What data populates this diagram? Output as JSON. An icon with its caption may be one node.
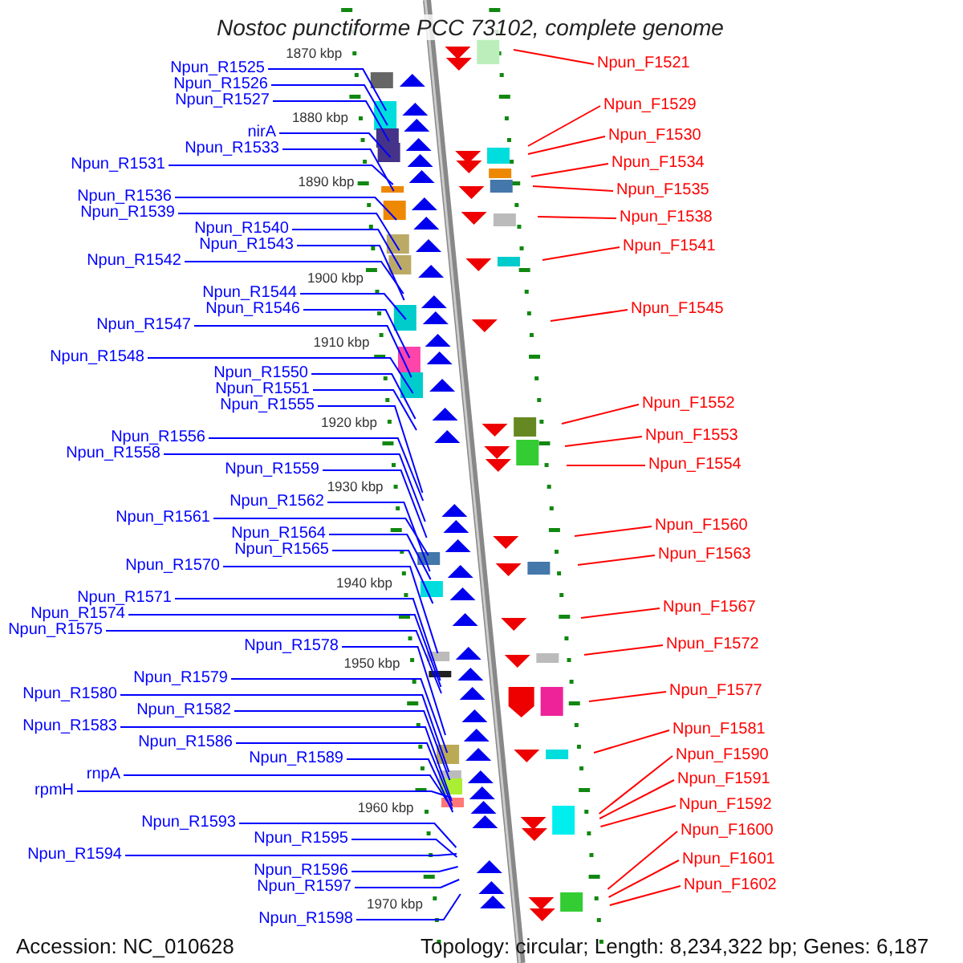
{
  "diagram": {
    "title": "Nostoc punctiforme PCC 73102, complete genome",
    "nodes": [
      {
        "text": [
          "Npun_R1525"
        ]
      },
      {
        "text": [
          "Npun_R1526"
        ]
      },
      {
        "text": [
          "Npun_R1527"
        ]
      },
      {
        "text": [
          "nirA"
        ]
      },
      {
        "text": [
          "Npun_R1531"
        ]
      },
      {
        "text": [
          "Npun_R1533"
        ]
      },
      {
        "text": [
          "Npun_R1536"
        ]
      },
      {
        "text": [
          "Npun_R1539"
        ]
      },
      {
        "text": [
          "Npun_R1540"
        ]
      },
      {
        "text": [
          "Npun_R1542"
        ]
      },
      {
        "text": [
          "Npun_R1543"
        ]
      },
      {
        "text": [
          "Npun_R1544"
        ]
      },
      {
        "text": [
          "Npun_R1546"
        ]
      },
      {
        "text": [
          "Npun_R1547"
        ]
      },
      {
        "text": [
          "Npun_R1548"
        ]
      },
      {
        "text": [
          "Npun_R1550"
        ]
      },
      {
        "text": [
          "Npun_R1551"
        ]
      },
      {
        "text": [
          "Npun_R1555"
        ]
      },
      {
        "text": [
          "Npun_R1556"
        ]
      },
      {
        "text": [
          "Npun_R1558"
        ]
      },
      {
        "text": [
          "Npun_R1559"
        ]
      },
      {
        "text": [
          "Npun_R1561"
        ]
      },
      {
        "text": [
          "Npun_R1562"
        ]
      },
      {
        "text": [
          "Npun_R1564"
        ]
      },
      {
        "text": [
          "Npun_R1565"
        ]
      },
      {
        "text": [
          "Npun_R1570"
        ]
      },
      {
        "text": [
          "Npun_R1571"
        ]
      },
      {
        "text": [
          "Npun_R1574"
        ]
      },
      {
        "text": [
          "Npun_R1575"
        ]
      },
      {
        "text": [
          "Npun_R1578"
        ]
      },
      {
        "text": [
          "Npun_R1579"
        ]
      },
      {
        "text": [
          "Npun_R1580"
        ]
      },
      {
        "text": [
          "Npun_R1582"
        ]
      },
      {
        "text": [
          "Npun_R1583"
        ]
      },
      {
        "text": [
          "Npun_R1586"
        ]
      },
      {
        "text": [
          "Npun_R1589"
        ]
      },
      {
        "text": [
          "rpmH"
        ]
      },
      {
        "text": [
          "rnpA"
        ]
      },
      {
        "text": [
          "Npun_R1593"
        ]
      },
      {
        "text": [
          "Npun_R1594"
        ]
      },
      {
        "text": [
          "Npun_R1595"
        ]
      },
      {
        "text": [
          "Npun_R1596"
        ]
      },
      {
        "text": [
          "Npun_R1597"
        ]
      },
      {
        "text": [
          "Npun_R1598"
        ]
      },
      {
        "text": [
          "Npun_F1521"
        ]
      },
      {
        "text": [
          "Npun_F1529"
        ]
      },
      {
        "text": [
          "Npun_F1530"
        ]
      },
      {
        "text": [
          "Npun_F1534"
        ]
      },
      {
        "text": [
          "Npun_F1535"
        ]
      },
      {
        "text": [
          "Npun_F1538"
        ]
      },
      {
        "text": [
          "Npun_F1541"
        ]
      },
      {
        "text": [
          "Npun_F1545"
        ]
      },
      {
        "text": [
          "Npun_F1552"
        ]
      },
      {
        "text": [
          "Npun_F1553"
        ]
      },
      {
        "text": [
          "Npun_F1554"
        ]
      },
      {
        "text": [
          "Npun_F1560"
        ]
      },
      {
        "text": [
          "Npun_F1563"
        ]
      },
      {
        "text": [
          "Npun_F1567"
        ]
      },
      {
        "text": [
          "Npun_F1572"
        ]
      },
      {
        "text": [
          "Npun_F1577"
        ]
      },
      {
        "text": [
          "Npun_F1581"
        ]
      },
      {
        "text": [
          "Npun_F1590"
        ]
      },
      {
        "text": [
          "Npun_F1591"
        ]
      },
      {
        "text": [
          "Npun_F1592"
        ]
      },
      {
        "text": [
          "Npun_F1600"
        ]
      },
      {
        "text": [
          "Npun_F1601"
        ]
      },
      {
        "text": [
          "Npun_F1602"
        ]
      }
    ],
    "edges": [
      {
        "from": 0,
        "to": null,
        "arrow": "none"
      },
      {
        "from": 1,
        "to": null,
        "arrow": "none"
      },
      {
        "from": 2,
        "to": null,
        "arrow": "none"
      },
      {
        "from": 3,
        "to": null,
        "arrow": "none"
      },
      {
        "from": 4,
        "to": null,
        "arrow": "none"
      },
      {
        "from": 5,
        "to": null,
        "arrow": "none"
      },
      {
        "from": 6,
        "to": null,
        "arrow": "none"
      },
      {
        "from": 7,
        "to": null,
        "arrow": "none"
      },
      {
        "from": 8,
        "to": null,
        "arrow": "none"
      },
      {
        "from": 9,
        "to": null,
        "arrow": "none"
      },
      {
        "from": 10,
        "to": null,
        "arrow": "none"
      },
      {
        "from": 11,
        "to": null,
        "arrow": "none"
      },
      {
        "from": 12,
        "to": null,
        "arrow": "none"
      },
      {
        "from": 13,
        "to": null,
        "arrow": "none"
      },
      {
        "from": 14,
        "to": null,
        "arrow": "none"
      },
      {
        "from": 15,
        "to": null,
        "arrow": "none"
      },
      {
        "from": 16,
        "to": null,
        "arrow": "none"
      },
      {
        "from": 17,
        "to": null,
        "arrow": "none"
      },
      {
        "from": 18,
        "to": null,
        "arrow": "none"
      },
      {
        "from": 19,
        "to": null,
        "arrow": "none"
      },
      {
        "from": 20,
        "to": null,
        "arrow": "none"
      },
      {
        "from": 21,
        "to": null,
        "arrow": "none"
      },
      {
        "from": 22,
        "to": null,
        "arrow": "none"
      },
      {
        "from": 23,
        "to": null,
        "arrow": "none"
      },
      {
        "from": 24,
        "to": null,
        "arrow": "none"
      },
      {
        "from": 25,
        "to": null,
        "arrow": "none"
      },
      {
        "from": 26,
        "to": null,
        "arrow": "none"
      },
      {
        "from": 27,
        "to": null,
        "arrow": "none"
      },
      {
        "from": 28,
        "to": null,
        "arrow": "none"
      },
      {
        "from": 29,
        "to": null,
        "arrow": "none"
      },
      {
        "from": 30,
        "to": null,
        "arrow": "none"
      },
      {
        "from": 31,
        "to": null,
        "arrow": "none"
      },
      {
        "from": 32,
        "to": null,
        "arrow": "none"
      },
      {
        "from": 33,
        "to": null,
        "arrow": "none"
      },
      {
        "from": 34,
        "to": null,
        "arrow": "none"
      },
      {
        "from": 35,
        "to": null,
        "arrow": "none"
      },
      {
        "from": 36,
        "to": null,
        "arrow": "none"
      },
      {
        "from": 37,
        "to": null,
        "arrow": "none"
      },
      {
        "from": 38,
        "to": null,
        "arrow": "none"
      },
      {
        "from": 39,
        "to": null,
        "arrow": "none"
      },
      {
        "from": 40,
        "to": null,
        "arrow": "none"
      },
      {
        "from": 41,
        "to": null,
        "arrow": "none"
      },
      {
        "from": 42,
        "to": null,
        "arrow": "none"
      },
      {
        "from": 43,
        "to": null,
        "arrow": "none"
      },
      {
        "from": 44,
        "to": null,
        "arrow": "none",
        "color": "#ff0000"
      },
      {
        "from": 45,
        "to": null,
        "arrow": "none",
        "color": "#ff0000"
      },
      {
        "from": 46,
        "to": null,
        "arrow": "none",
        "color": "#ff0000"
      },
      {
        "from": 47,
        "to": null,
        "arrow": "none",
        "color": "#ff0000"
      },
      {
        "from": 48,
        "to": null,
        "arrow": "none",
        "color": "#ff0000"
      },
      {
        "from": 49,
        "to": null,
        "arrow": "none",
        "color": "#ff0000"
      },
      {
        "from": 50,
        "to": null,
        "arrow": "none",
        "color": "#ff0000"
      },
      {
        "from": 51,
        "to": null,
        "arrow": "none",
        "color": "#ff0000"
      },
      {
        "from": 52,
        "to": null,
        "arrow": "none",
        "color": "#ff0000"
      },
      {
        "from": 53,
        "to": null,
        "arrow": "none",
        "color": "#ff0000"
      },
      {
        "from": 54,
        "to": null,
        "arrow": "none",
        "color": "#ff0000"
      },
      {
        "from": 55,
        "to": null,
        "arrow": "none",
        "color": "#ff0000"
      },
      {
        "from": 56,
        "to": null,
        "arrow": "none",
        "color": "#ff0000"
      },
      {
        "from": 57,
        "to": null,
        "arrow": "none",
        "color": "#ff0000"
      },
      {
        "from": 58,
        "to": null,
        "arrow": "none",
        "color": "#ff0000"
      },
      {
        "from": 59,
        "to": null,
        "arrow": "none",
        "color": "#ff0000"
      },
      {
        "from": 60,
        "to": null,
        "arrow": "none",
        "color": "#ff0000"
      },
      {
        "from": 61,
        "to": null,
        "arrow": "none",
        "color": "#ff0000"
      },
      {
        "from": 62,
        "to": null,
        "arrow": "none",
        "color": "#ff0000"
      },
      {
        "from": 63,
        "to": null,
        "arrow": "none",
        "color": "#ff0000"
      },
      {
        "from": 64,
        "to": null,
        "arrow": "none",
        "color": "#ff0000"
      },
      {
        "from": 65,
        "to": null,
        "arrow": "none",
        "color": "#ff0000"
      },
      {
        "from": 66,
        "to": null,
        "arrow": "none",
        "color": "#ff0000"
      }
    ],
    "labels": [
      "1870 kbp",
      "1880 kbp",
      "1890 kbp",
      "1900 kbp",
      "1910 kbp",
      "1920 kbp",
      "1930 kbp",
      "1940 kbp",
      "1950 kbp",
      "1960 kbp",
      "1970 kbp",
      "Accession: NC_010628",
      "Topology: circular; Length: 8,234,322 bp; Genes: 6,187"
    ]
  }
}
